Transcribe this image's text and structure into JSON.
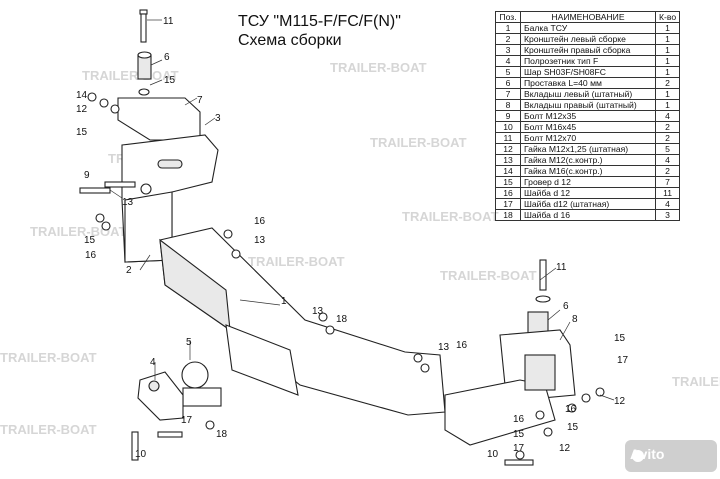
{
  "title": {
    "line1": "ТСУ \"M115-F/FC/F(N)\"",
    "line2": "Схема сборки"
  },
  "parts_table": {
    "headers": [
      "Поз.",
      "НАИМЕНОВАНИЕ",
      "К-во"
    ],
    "rows": [
      [
        "1",
        "Балка ТСУ",
        "1"
      ],
      [
        "2",
        "Кронштейн левый сборке",
        "1"
      ],
      [
        "3",
        "Кронштейн правый сборка",
        "1"
      ],
      [
        "4",
        "Полрозетник тип F",
        "1"
      ],
      [
        "5",
        "Шар SH03F/SH08FC",
        "1"
      ],
      [
        "6",
        "Проставка L=40 мм",
        "2"
      ],
      [
        "7",
        "Вкладыш левый (штатный)",
        "1"
      ],
      [
        "8",
        "Вкладыш правый (штатный)",
        "1"
      ],
      [
        "9",
        "Болт М12х35",
        "4"
      ],
      [
        "10",
        "Болт М16х45",
        "2"
      ],
      [
        "11",
        "Болт М12х70",
        "2"
      ],
      [
        "12",
        "Гайка М12х1,25 (штатная)",
        "5"
      ],
      [
        "13",
        "Гайка М12(с.контр.)",
        "4"
      ],
      [
        "14",
        "Гайка М16(с.контр.)",
        "2"
      ],
      [
        "15",
        "Гровер d 12",
        "7"
      ],
      [
        "16",
        "Шайба d 12",
        "11"
      ],
      [
        "17",
        "Шайба d12 (штатная)",
        "4"
      ],
      [
        "18",
        "Шайба d 16",
        "3"
      ]
    ]
  },
  "watermark": "TRAILER-BOAT",
  "badge": "Avito",
  "callouts": [
    "11",
    "6",
    "15",
    "7",
    "3",
    "14",
    "12",
    "15",
    "9",
    "13",
    "15",
    "16",
    "2",
    "16",
    "13",
    "1",
    "13",
    "18",
    "16",
    "13",
    "5",
    "4",
    "17",
    "18",
    "10",
    "11",
    "6",
    "8",
    "15",
    "17",
    "12",
    "16",
    "15",
    "16",
    "15",
    "17",
    "10",
    "12"
  ]
}
